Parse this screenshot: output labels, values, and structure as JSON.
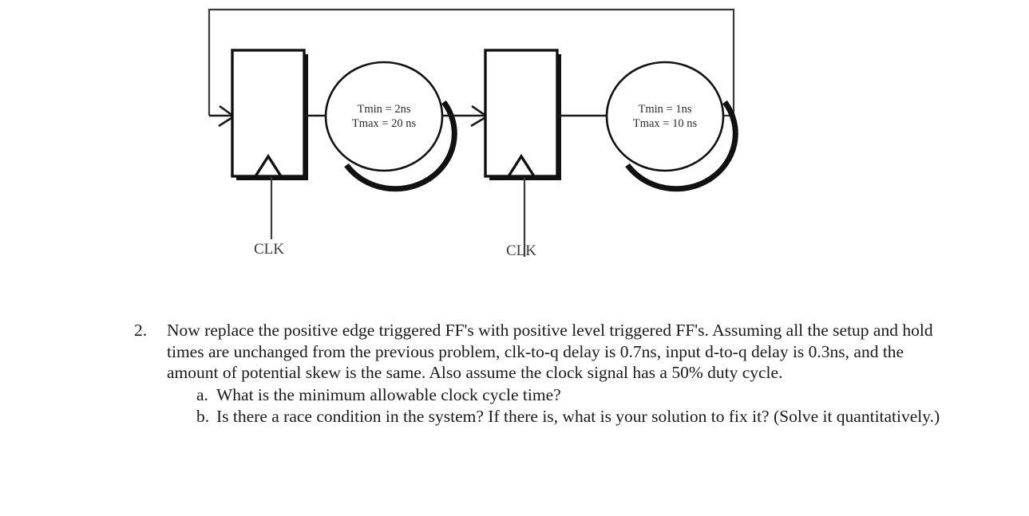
{
  "figure": {
    "name": "sequential-circuit-diagram",
    "flipflops": [
      {
        "id": "ff1",
        "clock_label": "CLK"
      },
      {
        "id": "ff2",
        "clock_label": "CLK"
      }
    ],
    "delay_blocks": [
      {
        "id": "delay1",
        "tmin": "Tmin = 2ns",
        "tmax": "Tmax = 20 ns"
      },
      {
        "id": "delay2",
        "tmin": "Tmin = 1ns",
        "tmax": "Tmax = 10 ns"
      }
    ],
    "colors": {
      "ink": "#111111",
      "wire": "#1a1a1a",
      "page": "#ffffff"
    }
  },
  "question": {
    "marker": "2.",
    "text": "Now replace the positive edge triggered FF's with positive level triggered FF's. Assuming all the setup and hold times are unchanged from the previous problem, clk-to-q delay is 0.7ns, input d-to-q delay is 0.3ns, and the amount of potential skew is the same. Also assume the clock signal has a 50% duty cycle.",
    "subitems": [
      {
        "marker": "a.",
        "text": "What is the minimum allowable clock cycle time?"
      },
      {
        "marker": "b.",
        "text": "Is there a race condition in the system? If there is, what is your solution to fix it? (Solve it quantitatively.)"
      }
    ]
  }
}
